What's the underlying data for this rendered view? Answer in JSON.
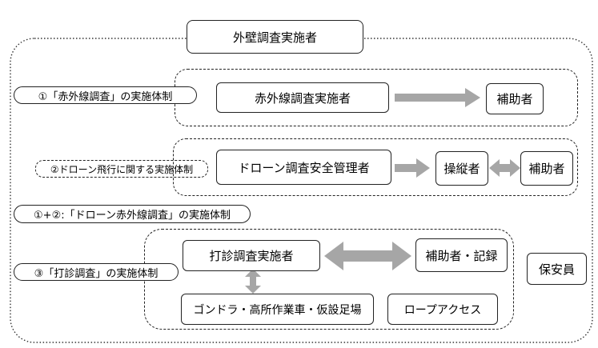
{
  "top_title": "外壁調査実施者",
  "groups": {
    "infrared": {
      "label": "①「赤外線調査」の実施体制",
      "lead": "赤外線調査実施者",
      "assistant": "補助者"
    },
    "drone": {
      "label": "②ドローン飛行に関する実施体制",
      "manager": "ドローン調査安全管理者",
      "pilot": "操縦者",
      "assistant": "補助者"
    },
    "combined": {
      "label": "①+②:「ドローン赤外線調査」の実施体制"
    },
    "percussion": {
      "label": "③「打診調査」の実施体制",
      "lead": "打診調査実施者",
      "assistant_record": "補助者・記録",
      "equipment": "ゴンドラ・高所作業車・仮設足場",
      "rope": "ロープアクセス"
    }
  },
  "security": "保安員",
  "colors": {
    "arrow_fill": "#a6a6a6",
    "border": "#222222"
  }
}
